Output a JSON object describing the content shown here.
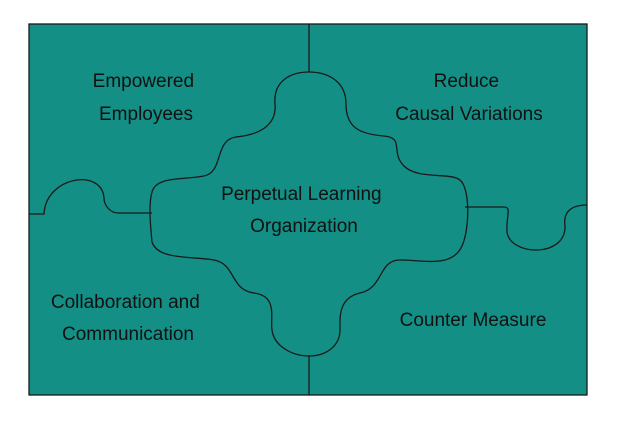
{
  "colors": {
    "fill": "#138f86",
    "stroke": "#1a1a1a",
    "background": "#ffffff"
  },
  "pieces": {
    "top_left": {
      "line1": "Empowered",
      "line2": "Employees"
    },
    "top_right": {
      "line1": "Reduce",
      "line2": "Causal Variations"
    },
    "center": {
      "line1": "Perpetual Learning",
      "line2": "Organization"
    },
    "bottom_left": {
      "line1": "Collaboration and",
      "line2": "Communication"
    },
    "bottom_right": {
      "line1": "Counter Measure"
    }
  }
}
